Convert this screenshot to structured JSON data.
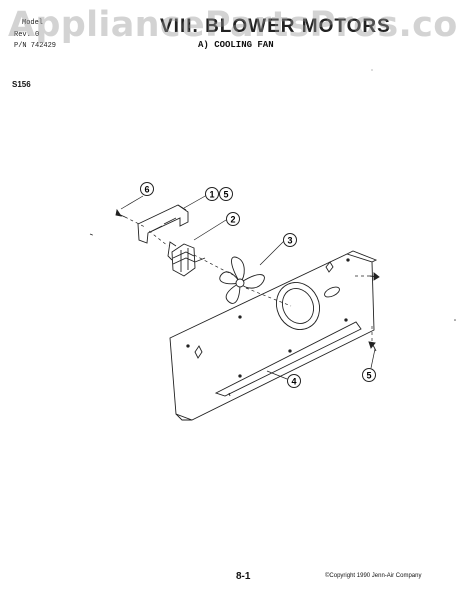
{
  "watermark": "AppliancePartsPros.com",
  "header": {
    "model_label": "Model",
    "revision_label": "Rev. 0",
    "part_number": "P/N 742429",
    "section_title": "VIII. BLOWER MOTORS",
    "subtitle": "A) COOLING FAN",
    "diagram_code": "S156"
  },
  "callouts": [
    {
      "id": "1",
      "label": "1"
    },
    {
      "id": "5a",
      "label": "5"
    },
    {
      "id": "2",
      "label": "2"
    },
    {
      "id": "3",
      "label": "3"
    },
    {
      "id": "4",
      "label": "4"
    },
    {
      "id": "5b",
      "label": "5"
    },
    {
      "id": "6",
      "label": "6"
    }
  ],
  "footer": {
    "page_number": "8-1",
    "copyright": "©Copyright 1990 Jenn-Air Company"
  }
}
